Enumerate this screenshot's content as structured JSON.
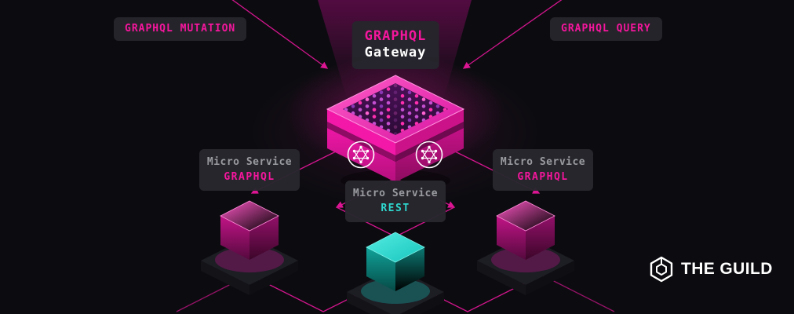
{
  "badges": {
    "mutation": "GRAPHQL MUTATION",
    "query": "GRAPHQL QUERY",
    "gateway": {
      "line1": "GRAPHQL",
      "line2": "Gateway"
    }
  },
  "services": [
    {
      "title": "Micro Service",
      "subtitle": "GRAPHQL",
      "accent": "#f5169d"
    },
    {
      "title": "Micro Service",
      "subtitle": "REST",
      "accent": "#2fd6cd"
    },
    {
      "title": "Micro Service",
      "subtitle": "GRAPHQL",
      "accent": "#f5169d"
    }
  ],
  "logo": {
    "text": "THE GUILD"
  },
  "icons": {
    "graphql_logo": "hexagram-in-circle",
    "guild_logo": "hexagon-outline"
  },
  "colors": {
    "background": "#0c0c10",
    "magenta_brand": "#e10098",
    "pink_text": "#f5169d",
    "teal": "#2fd6cd",
    "badge_bg": "#26262c",
    "label_bg": "#28282e",
    "title_gray": "#9a9aa1",
    "line_pink": "#dd1694",
    "white": "#ffffff"
  }
}
